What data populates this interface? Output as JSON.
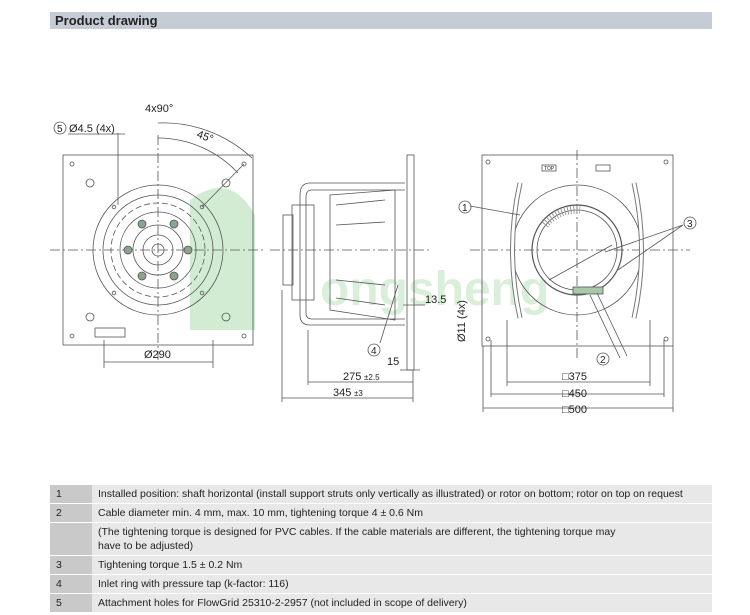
{
  "header": {
    "title": "Product drawing"
  },
  "drawing": {
    "front_view": {
      "callout_5": "5",
      "hole_label": "Ø4.5 (4x)",
      "angle_total": "4x90°",
      "angle_offset": "45°",
      "diameter": "Ø290"
    },
    "side_view": {
      "callout_4": "4",
      "dim_13_5": "13.5",
      "dim_15": "15",
      "dim_275": "275",
      "dim_275_tol": "±2.5",
      "dim_345": "345",
      "dim_345_tol": "±3",
      "hole_dia": "Ø11 (4x)"
    },
    "rear_view": {
      "callout_1": "1",
      "callout_2": "2",
      "callout_3": "3",
      "top_mark": "TOP",
      "dim_375": "□375",
      "dim_450": "□450",
      "dim_500": "□500"
    },
    "watermark": "Kongsheng"
  },
  "notes": [
    {
      "num": "1",
      "text": "Installed position: shaft horizontal (install support struts only vertically as illustrated) or rotor on bottom; rotor on top on request"
    },
    {
      "num": "2",
      "text": "Cable diameter min. 4 mm, max. 10 mm, tightening torque 4 ± 0.6 Nm"
    },
    {
      "num": "",
      "text": "(The tightening torque is designed for PVC cables. If the cable materials are different, the tightening torque may have to be adjusted)"
    },
    {
      "num": "3",
      "text": "Tightening torque 1.5 ± 0.2 Nm"
    },
    {
      "num": "4",
      "text": "Inlet ring with pressure tap (k-factor: 116)"
    },
    {
      "num": "5",
      "text": "Attachment holes for FlowGrid 25310-2-2957 (not included in scope of delivery)"
    }
  ],
  "colors": {
    "header_bg": "#c6ccd5",
    "num_cell": "#c9c9c9",
    "text_cell": "#e8e8e8",
    "watermark": "#6cc070"
  }
}
